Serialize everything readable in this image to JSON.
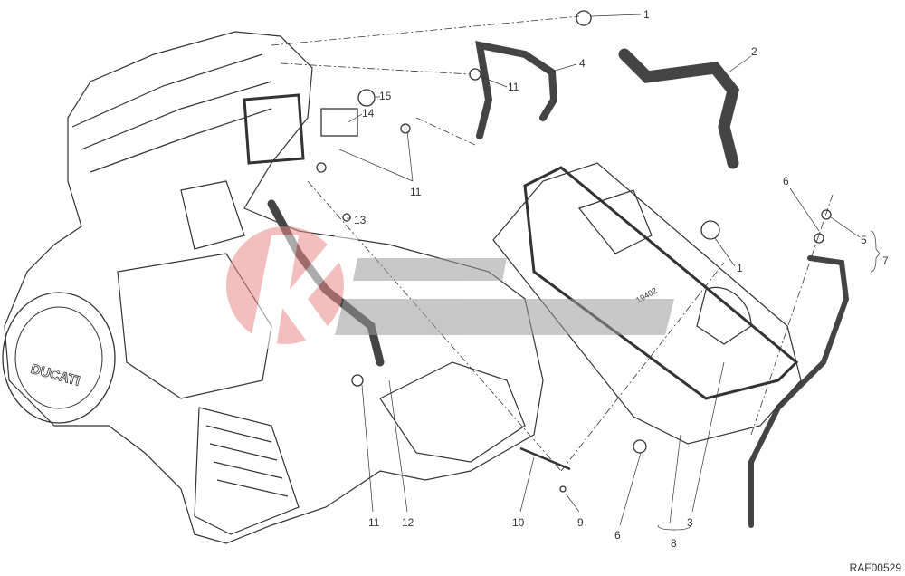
{
  "diagram": {
    "engine_brand": "DUCATI",
    "cover_marking": "19402",
    "drawing_code": "RAF00529",
    "callouts": [
      {
        "id": "c1a",
        "label": "1"
      },
      {
        "id": "c4",
        "label": "4"
      },
      {
        "id": "c11a",
        "label": "11"
      },
      {
        "id": "c2",
        "label": "2"
      },
      {
        "id": "c15",
        "label": "15"
      },
      {
        "id": "c14",
        "label": "14"
      },
      {
        "id": "c11b",
        "label": "11"
      },
      {
        "id": "c13",
        "label": "13"
      },
      {
        "id": "c6a",
        "label": "6"
      },
      {
        "id": "c5",
        "label": "5"
      },
      {
        "id": "c7",
        "label": "7"
      },
      {
        "id": "c1b",
        "label": "1"
      },
      {
        "id": "c11c",
        "label": "11"
      },
      {
        "id": "c12",
        "label": "12"
      },
      {
        "id": "c10",
        "label": "10"
      },
      {
        "id": "c9",
        "label": "9"
      },
      {
        "id": "c6b",
        "label": "6"
      },
      {
        "id": "c3",
        "label": "3"
      },
      {
        "id": "c8",
        "label": "8"
      }
    ],
    "colors": {
      "line": "#333333",
      "hose": "#555555",
      "watermark_red": "#e88a8a",
      "watermark_grey": "#9a9a9a"
    }
  }
}
